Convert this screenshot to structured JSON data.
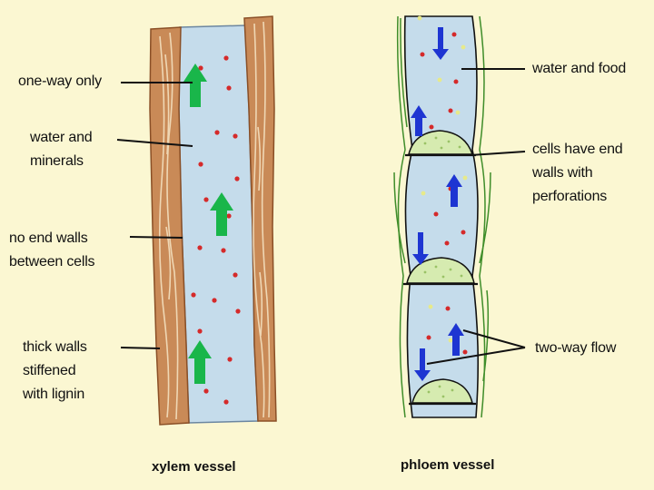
{
  "xylem": {
    "caption": "xylem vessel",
    "labels": {
      "one_way": "one-way only",
      "water_minerals": "water and\nminerals",
      "no_end_walls": "no end walls\nbetween cells",
      "thick_walls": "thick walls\nstiffened\nwith lignin"
    }
  },
  "phloem": {
    "caption": "phloem vessel",
    "labels": {
      "water_food": "water and food",
      "end_walls": "cells have end\nwalls with\nperforations",
      "two_way": "two-way flow"
    }
  },
  "colors": {
    "background": "#fbf7d2",
    "lumen": "#c5dceb",
    "wood": "#c98a57",
    "sieve_plate": "#d6ebb0",
    "up_arrow_xylem": "#19b64a",
    "flow_arrow_phloem": "#1e35d2",
    "particle": "#d52a2a"
  }
}
